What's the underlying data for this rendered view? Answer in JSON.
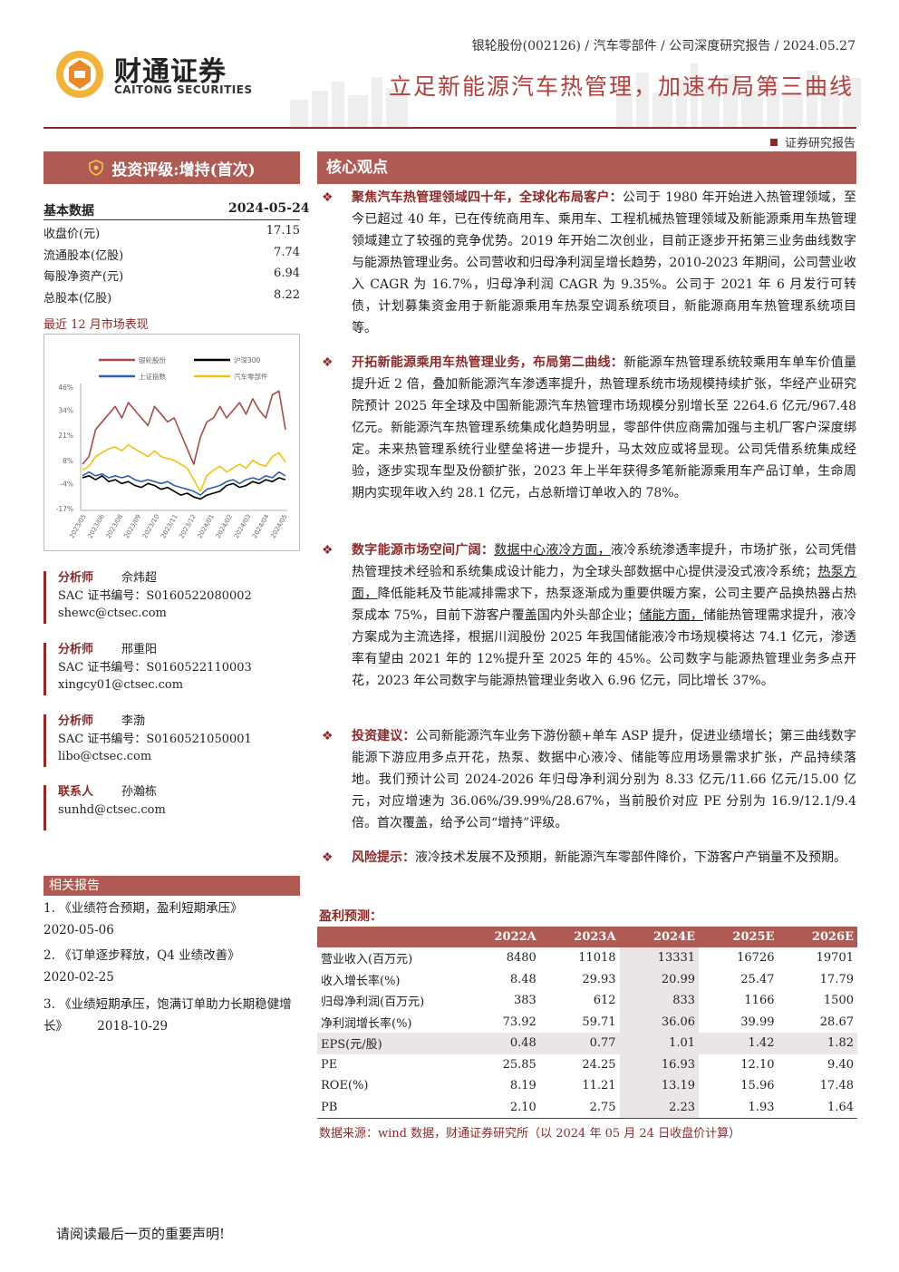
{
  "header": {
    "logo_cn": "财通证券",
    "logo_en": "CAITONG SECURITIES",
    "breadcrumb": "银轮股份(002126) / 汽车零部件 / 公司深度研究报告 / 2024.05.27",
    "title": "立足新能源汽车热管理，加速布局第三曲线",
    "report_type": "证券研究报告"
  },
  "rating": "投资评级:增持(首次)",
  "basic": {
    "title": "基本数据",
    "date": "2024-05-24",
    "rows": [
      {
        "label": "收盘价(元)",
        "value": "17.15"
      },
      {
        "label": "流通股本(亿股)",
        "value": "7.74"
      },
      {
        "label": "每股净资产(元)",
        "value": "6.94"
      },
      {
        "label": "总股本(亿股)",
        "value": "8.22"
      }
    ]
  },
  "market_label": "最近 12 月市场表现",
  "chart_data": {
    "type": "line",
    "legend": [
      "银轮股份",
      "沪深300",
      "上证指数",
      "汽车零部件"
    ],
    "colors": [
      "#a64b47",
      "#000000",
      "#2f5fb3",
      "#f2c20f"
    ],
    "yticks": [
      "46%",
      "34%",
      "21%",
      "8%",
      "-4%",
      "-17%"
    ],
    "ylim": [
      -17,
      46
    ],
    "xticks": [
      "2023/05",
      "2023/06",
      "2023/08",
      "2023/09",
      "2023/10",
      "2023/11",
      "2023/12",
      "2024/01",
      "2024/02",
      "2024/03",
      "2024/04",
      "2024/05"
    ],
    "series": [
      {
        "name": "银轮股份",
        "values": [
          6,
          10,
          24,
          28,
          32,
          36,
          30,
          38,
          34,
          30,
          26,
          36,
          32,
          28,
          30,
          22,
          14,
          6,
          20,
          28,
          30,
          36,
          30,
          34,
          38,
          32,
          40,
          34,
          30,
          42,
          44,
          24
        ]
      },
      {
        "name": "沪深300",
        "values": [
          -1,
          0,
          -2,
          0,
          -3,
          -2,
          -4,
          -3,
          -5,
          -6,
          -4,
          -5,
          -7,
          -6,
          -8,
          -10,
          -9,
          -11,
          -12,
          -10,
          -9,
          -8,
          -5,
          -4,
          -6,
          -5,
          -3,
          -4,
          -2,
          -3,
          -1,
          -2
        ]
      },
      {
        "name": "上证指数",
        "values": [
          0,
          2,
          0,
          1,
          -1,
          0,
          -1,
          0,
          -2,
          -3,
          -2,
          -3,
          -4,
          -3,
          -5,
          -6,
          -7,
          -8,
          -10,
          -7,
          -6,
          -5,
          -3,
          -2,
          -4,
          -2,
          -1,
          -2,
          0,
          -1,
          2,
          0
        ]
      },
      {
        "name": "汽车零部件",
        "values": [
          3,
          5,
          10,
          12,
          14,
          15,
          13,
          16,
          14,
          12,
          10,
          13,
          10,
          9,
          8,
          6,
          4,
          -2,
          -8,
          0,
          3,
          5,
          2,
          4,
          6,
          4,
          8,
          6,
          5,
          10,
          12,
          7
        ]
      }
    ]
  },
  "analysts": [
    {
      "role": "分析师",
      "name": "佘炜超",
      "cert": "SAC 证书编号：S0160522080002",
      "email": "shewc@ctsec.com"
    },
    {
      "role": "分析师",
      "name": "邢重阳",
      "cert": "SAC 证书编号：S0160522110003",
      "email": "xingcy01@ctsec.com"
    },
    {
      "role": "分析师",
      "name": "李渤",
      "cert": "SAC 证书编号：S0160521050001",
      "email": "libo@ctsec.com"
    },
    {
      "role": "联系人",
      "name": "孙瀚栋",
      "cert": "",
      "email": "sunhd@ctsec.com"
    }
  ],
  "related": {
    "title": "相关报告",
    "items": [
      {
        "text": "1. 《业绩符合预期，盈利短期承压》",
        "date": "2020-05-06"
      },
      {
        "text": "2. 《订单逐步释放，Q4 业绩改善》",
        "date": "2020-02-25"
      },
      {
        "text": "3. 《业绩短期承压，饱满订单助力长期稳健增长》",
        "date": "2018-10-29"
      }
    ]
  },
  "footer_note": "请阅读最后一页的重要声明!",
  "core": {
    "title": "核心观点",
    "p1_lead": "聚焦汽车热管理领域四十年，全球化布局客户：",
    "p1_text": "公司于 1980 年开始进入热管理领域，至今已超过 40 年，已在传统商用车、乘用车、工程机械热管理领域及新能源乘用车热管理领域建立了较强的竞争优势。2019 年开始二次创业，目前正逐步开拓第三业务曲线数字与能源热管理业务。公司营收和归母净利润呈增长趋势，2010-2023 年期间，公司营业收入 CAGR 为 16.7%，归母净利润 CAGR 为 9.35%。公司于 2021 年 6 月发行可转债，计划募集资金用于新能源乘用车热泵空调系统项目，新能源商用车热管理系统项目等。",
    "p2_lead": "开拓新能源乘用车热管理业务，布局第二曲线：",
    "p2_text": "新能源车热管理系统较乘用车单车价值量提升近 2 倍，叠加新能源汽车渗透率提升，热管理系统市场规模持续扩张，华经产业研究院预计 2025 年全球及中国新能源汽车热管理市场规模分别增长至 2264.6 亿元/967.48 亿元。新能源汽车热管理系统集成化趋势明显，零部件供应商需加强与主机厂客户深度绑定。未来热管理系统行业壁垒将进一步提升，马太效应或将显现。公司凭借系统集成经验，逐步实现车型及份额扩张，2023 年上半年获得多笔新能源乘用车产品订单，生命周期内实现年收入约 28.1 亿元，占总新增订单收入的 78%。",
    "p3_lead": "数字能源市场空间广阔：",
    "p3_u1": "数据中心液冷方面，",
    "p3_t1": "液冷系统渗透率提升，市场扩张，公司凭借热管理技术经验和系统集成设计能力，为全球头部数据中心提供浸没式液冷系统；",
    "p3_u2": "热泵方面，",
    "p3_t2": "降低能耗及节能减排需求下，热泵逐渐成为重要供暖方案，公司主要产品换热器占热泵成本 75%，目前下游客户覆盖国内外头部企业；",
    "p3_u3": "储能方面，",
    "p3_t3": "储能热管理需求提升，液冷方案成为主流选择，根据川润股份 2025 年我国储能液冷市场规模将达 74.1 亿元，渗透率有望由 2021 年的 12%提升至 2025 年的 45%。公司数字与能源热管理业务多点开花，2023 年公司数字与能源热管理业务收入 6.96 亿元，同比增长 37%。",
    "p4_lead": "投资建议：",
    "p4_text": "公司新能源汽车业务下游份额+单车 ASP 提升，促进业绩增长；第三曲线数字能源下游应用多点开花，热泵、数据中心液冷、储能等应用场景需求扩张，产品持续落地。我们预计公司 2024-2026 年归母净利润分别为 8.33 亿元/11.66 亿元/15.00 亿元，对应增速为 36.06%/39.99%/28.67%，当前股价对应 PE 分别为 16.9/12.1/9.4 倍。首次覆盖，给予公司“增持”评级。",
    "p5_lead": "风险提示：",
    "p5_text": "液冷技术发展不及预期，新能源汽车零部件降价，下游客户产销量不及预期。"
  },
  "forecast": {
    "title": "盈利预测：",
    "headers": [
      "",
      "2022A",
      "2023A",
      "2024E",
      "2025E",
      "2026E"
    ],
    "rows": [
      [
        "营业收入(百万元)",
        "8480",
        "11018",
        "13331",
        "16726",
        "19701"
      ],
      [
        "收入增长率(%)",
        "8.48",
        "29.93",
        "20.99",
        "25.47",
        "17.79"
      ],
      [
        "归母净利润(百万元)",
        "383",
        "612",
        "833",
        "1166",
        "1500"
      ],
      [
        "净利润增长率(%)",
        "73.92",
        "59.71",
        "36.06",
        "39.99",
        "28.67"
      ],
      [
        "EPS(元/股)",
        "0.48",
        "0.77",
        "1.01",
        "1.42",
        "1.82"
      ],
      [
        "PE",
        "25.85",
        "24.25",
        "16.93",
        "12.10",
        "9.40"
      ],
      [
        "ROE(%)",
        "8.19",
        "11.21",
        "13.19",
        "15.96",
        "17.48"
      ],
      [
        "PB",
        "2.10",
        "2.75",
        "2.23",
        "1.93",
        "1.64"
      ]
    ],
    "source": "数据来源：wind 数据，财通证券研究所（以 2024 年 05 月 24 日收盘价计算）"
  }
}
